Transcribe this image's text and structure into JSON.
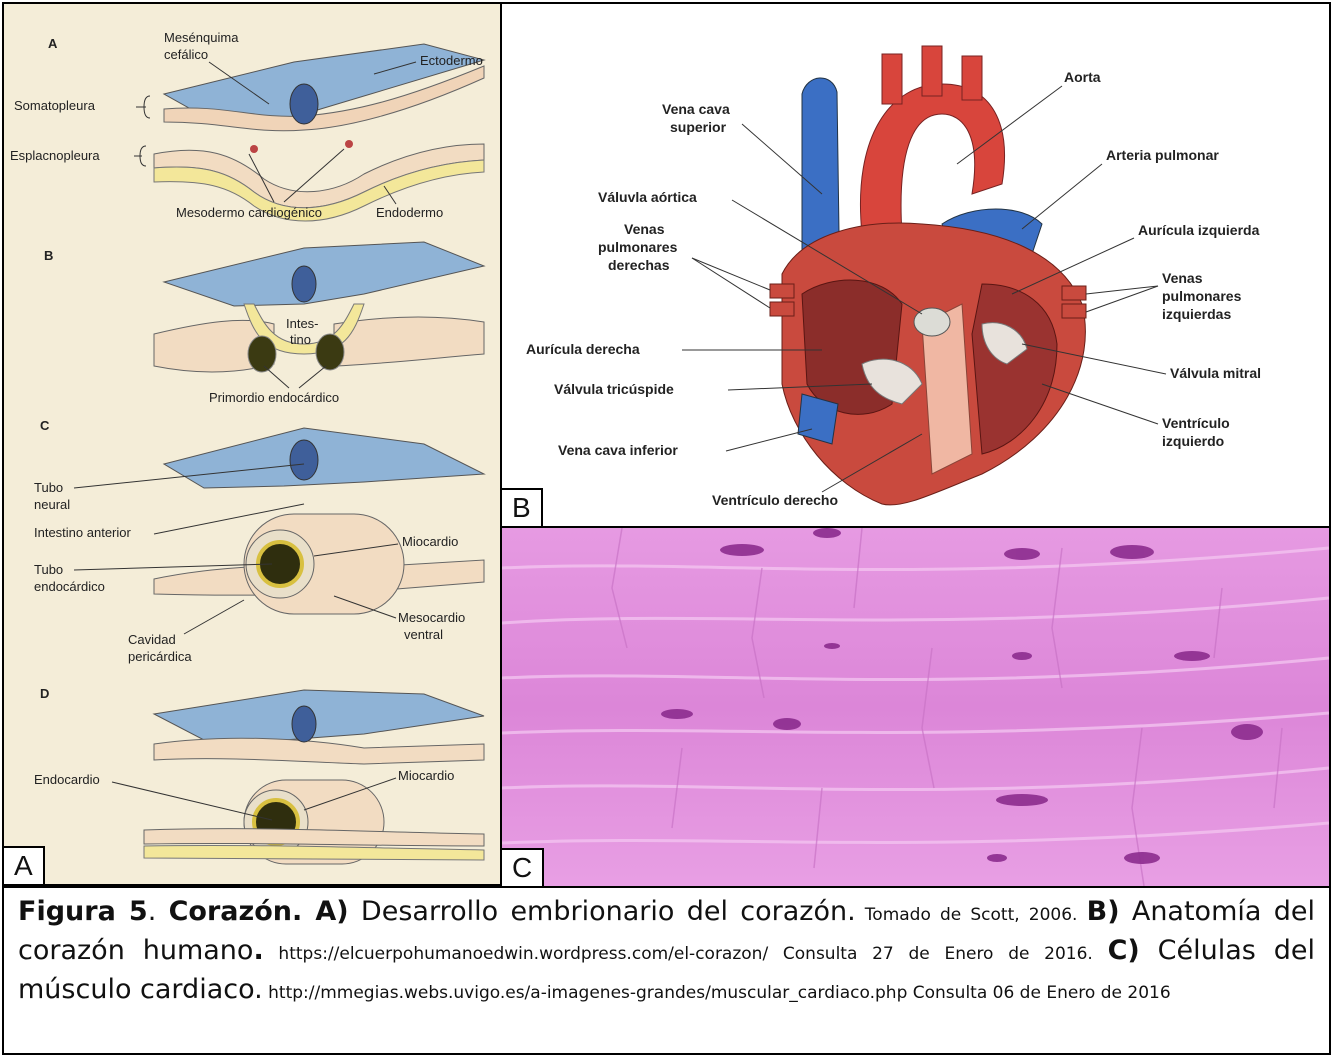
{
  "panel_a": {
    "tag": "A",
    "steps": [
      "A",
      "B",
      "C",
      "D"
    ],
    "labels": {
      "mesenquima_1": "Mesénquima",
      "mesenquima_2": "cefálico",
      "ectodermo": "Ectodermo",
      "somatopleura": "Somatopleura",
      "esplacnopleura": "Esplacnopleura",
      "mesodermo": "Mesodermo cardiogénico",
      "endodermo": "Endodermo",
      "intestino_1": "Intes-",
      "intestino_2": "tino",
      "primordio": "Primordio endocárdico",
      "tubo_neural_1": "Tubo",
      "tubo_neural_2": "neural",
      "intestino_anterior": "Intestino anterior",
      "miocardio_c": "Miocardio",
      "tubo_endo_1": "Tubo",
      "tubo_endo_2": "endocárdico",
      "mesocardio_1": "Mesocardio",
      "mesocardio_2": "ventral",
      "cavidad_1": "Cavidad",
      "cavidad_2": "pericárdica",
      "endocardio": "Endocardio",
      "miocardio_d": "Miocardio"
    }
  },
  "panel_b": {
    "tag": "B",
    "labels": {
      "aorta": "Aorta",
      "vena_cava_sup_1": "Vena cava",
      "vena_cava_sup_2": "superior",
      "arteria_pulmonar": "Arteria pulmonar",
      "valvula_aortica": "Váluvla aórtica",
      "auricula_izq": "Aurícula izquierda",
      "venas_der_1": "Venas",
      "venas_der_2": "pulmonares",
      "venas_der_3": "derechas",
      "venas_izq_1": "Venas",
      "venas_izq_2": "pulmonares",
      "venas_izq_3": "izquierdas",
      "auricula_der": "Aurícula derecha",
      "valvula_mitral": "Válvula mitral",
      "valvula_tricuspide": "Válvula tricúspide",
      "ventriculo_izq_1": "Ventrículo",
      "ventriculo_izq_2": "izquierdo",
      "vena_cava_inf": "Vena cava inferior",
      "ventriculo_der": "Ventrículo derecho"
    }
  },
  "panel_c": {
    "tag": "C"
  },
  "caption": {
    "fig": "Figura 5",
    "dot1": ". ",
    "title": "Corazón. A)",
    "a_text": " Desarrollo embrionario del corazón.",
    "a_src": " Tomado de Scott,   2006. ",
    "b_lbl": "B)",
    "b_text": "Anatomía del corazón humano",
    "b_dot": ".",
    "b_src": " https://elcuerpohumanoedwin.wordpress.com/el-corazon/ Consulta 27 de Enero de 2016. ",
    "c_lbl": "C)",
    "c_text": " Células del músculo cardiaco.",
    "c_src": " http://mmegias.webs.uvigo.es/a-imagenes-grandes/muscular_cardiaco.php  Consulta 06 de Enero de 2016"
  }
}
